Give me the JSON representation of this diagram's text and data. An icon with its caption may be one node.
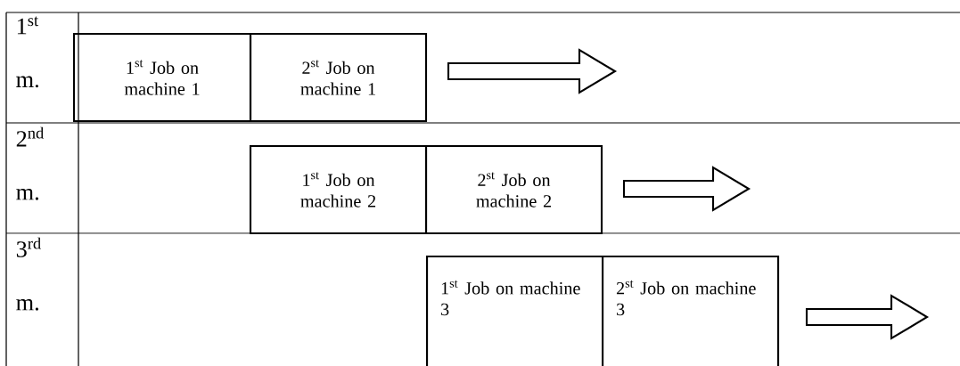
{
  "diagram": {
    "nodes": [
      {
        "text": [
          "1$^{st}$ Job on machine 1"
        ]
      },
      {
        "text": [
          "2$^{st}$ Job on machine 1"
        ]
      },
      {
        "text": [
          "1$^{st}$ Job on machine 2"
        ]
      },
      {
        "text": [
          "2$^{st}$ Job on machine 2"
        ]
      },
      {
        "text": [
          "1$^{st}$ Job on machine 3"
        ]
      },
      {
        "text": [
          "2$^{st}$ Job on machine 3"
        ]
      }
    ],
    "labels": [
      "1$^{st}$ m.",
      "2$^{nd}$ m.",
      "3$^{rd}$ m."
    ]
  }
}
